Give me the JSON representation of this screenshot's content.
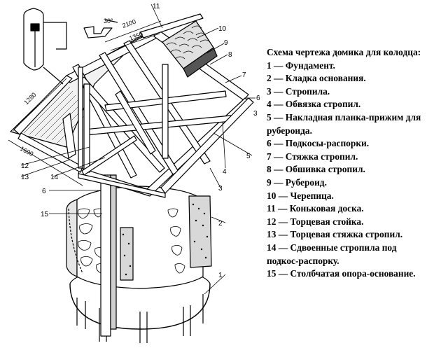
{
  "legend": {
    "title": "Схема чертежа домика для колодца:",
    "items": [
      "1 — Фундамент.",
      "2 — Кладка основания.",
      "3 — Стропила.",
      "4 — Обвязка стропил.",
      "5 — Накладная планка-прижим для рубероида.",
      "6 — Подкосы-распорки.",
      "7 — Стяжка стропил.",
      "8 — Обшивка стропил.",
      "9 — Рубероид.",
      "10 — Черепица.",
      "11 — Коньковая доска.",
      "12 — Торцевая стойка.",
      "13 — Торцевая стяжка стропил.",
      "14 — Сдвоенные стропила под подкос-распорку.",
      "15 — Столбчатая опора-основание."
    ]
  },
  "dimensions": {
    "d2100": "2100",
    "d1350": "1350",
    "d1280": "1280",
    "d1600": "1600"
  },
  "callouts": {
    "c1": "1",
    "c2": "2",
    "c3a": "3",
    "c3b": "3",
    "c4": "4",
    "c5": "5",
    "c6a": "6",
    "c6b": "6",
    "c7": "7",
    "c8": "8",
    "c9": "9",
    "c10": "10",
    "c11": "11",
    "c12": "12",
    "c13": "13",
    "c14": "14",
    "c15": "15"
  },
  "detail_angle": "30°"
}
